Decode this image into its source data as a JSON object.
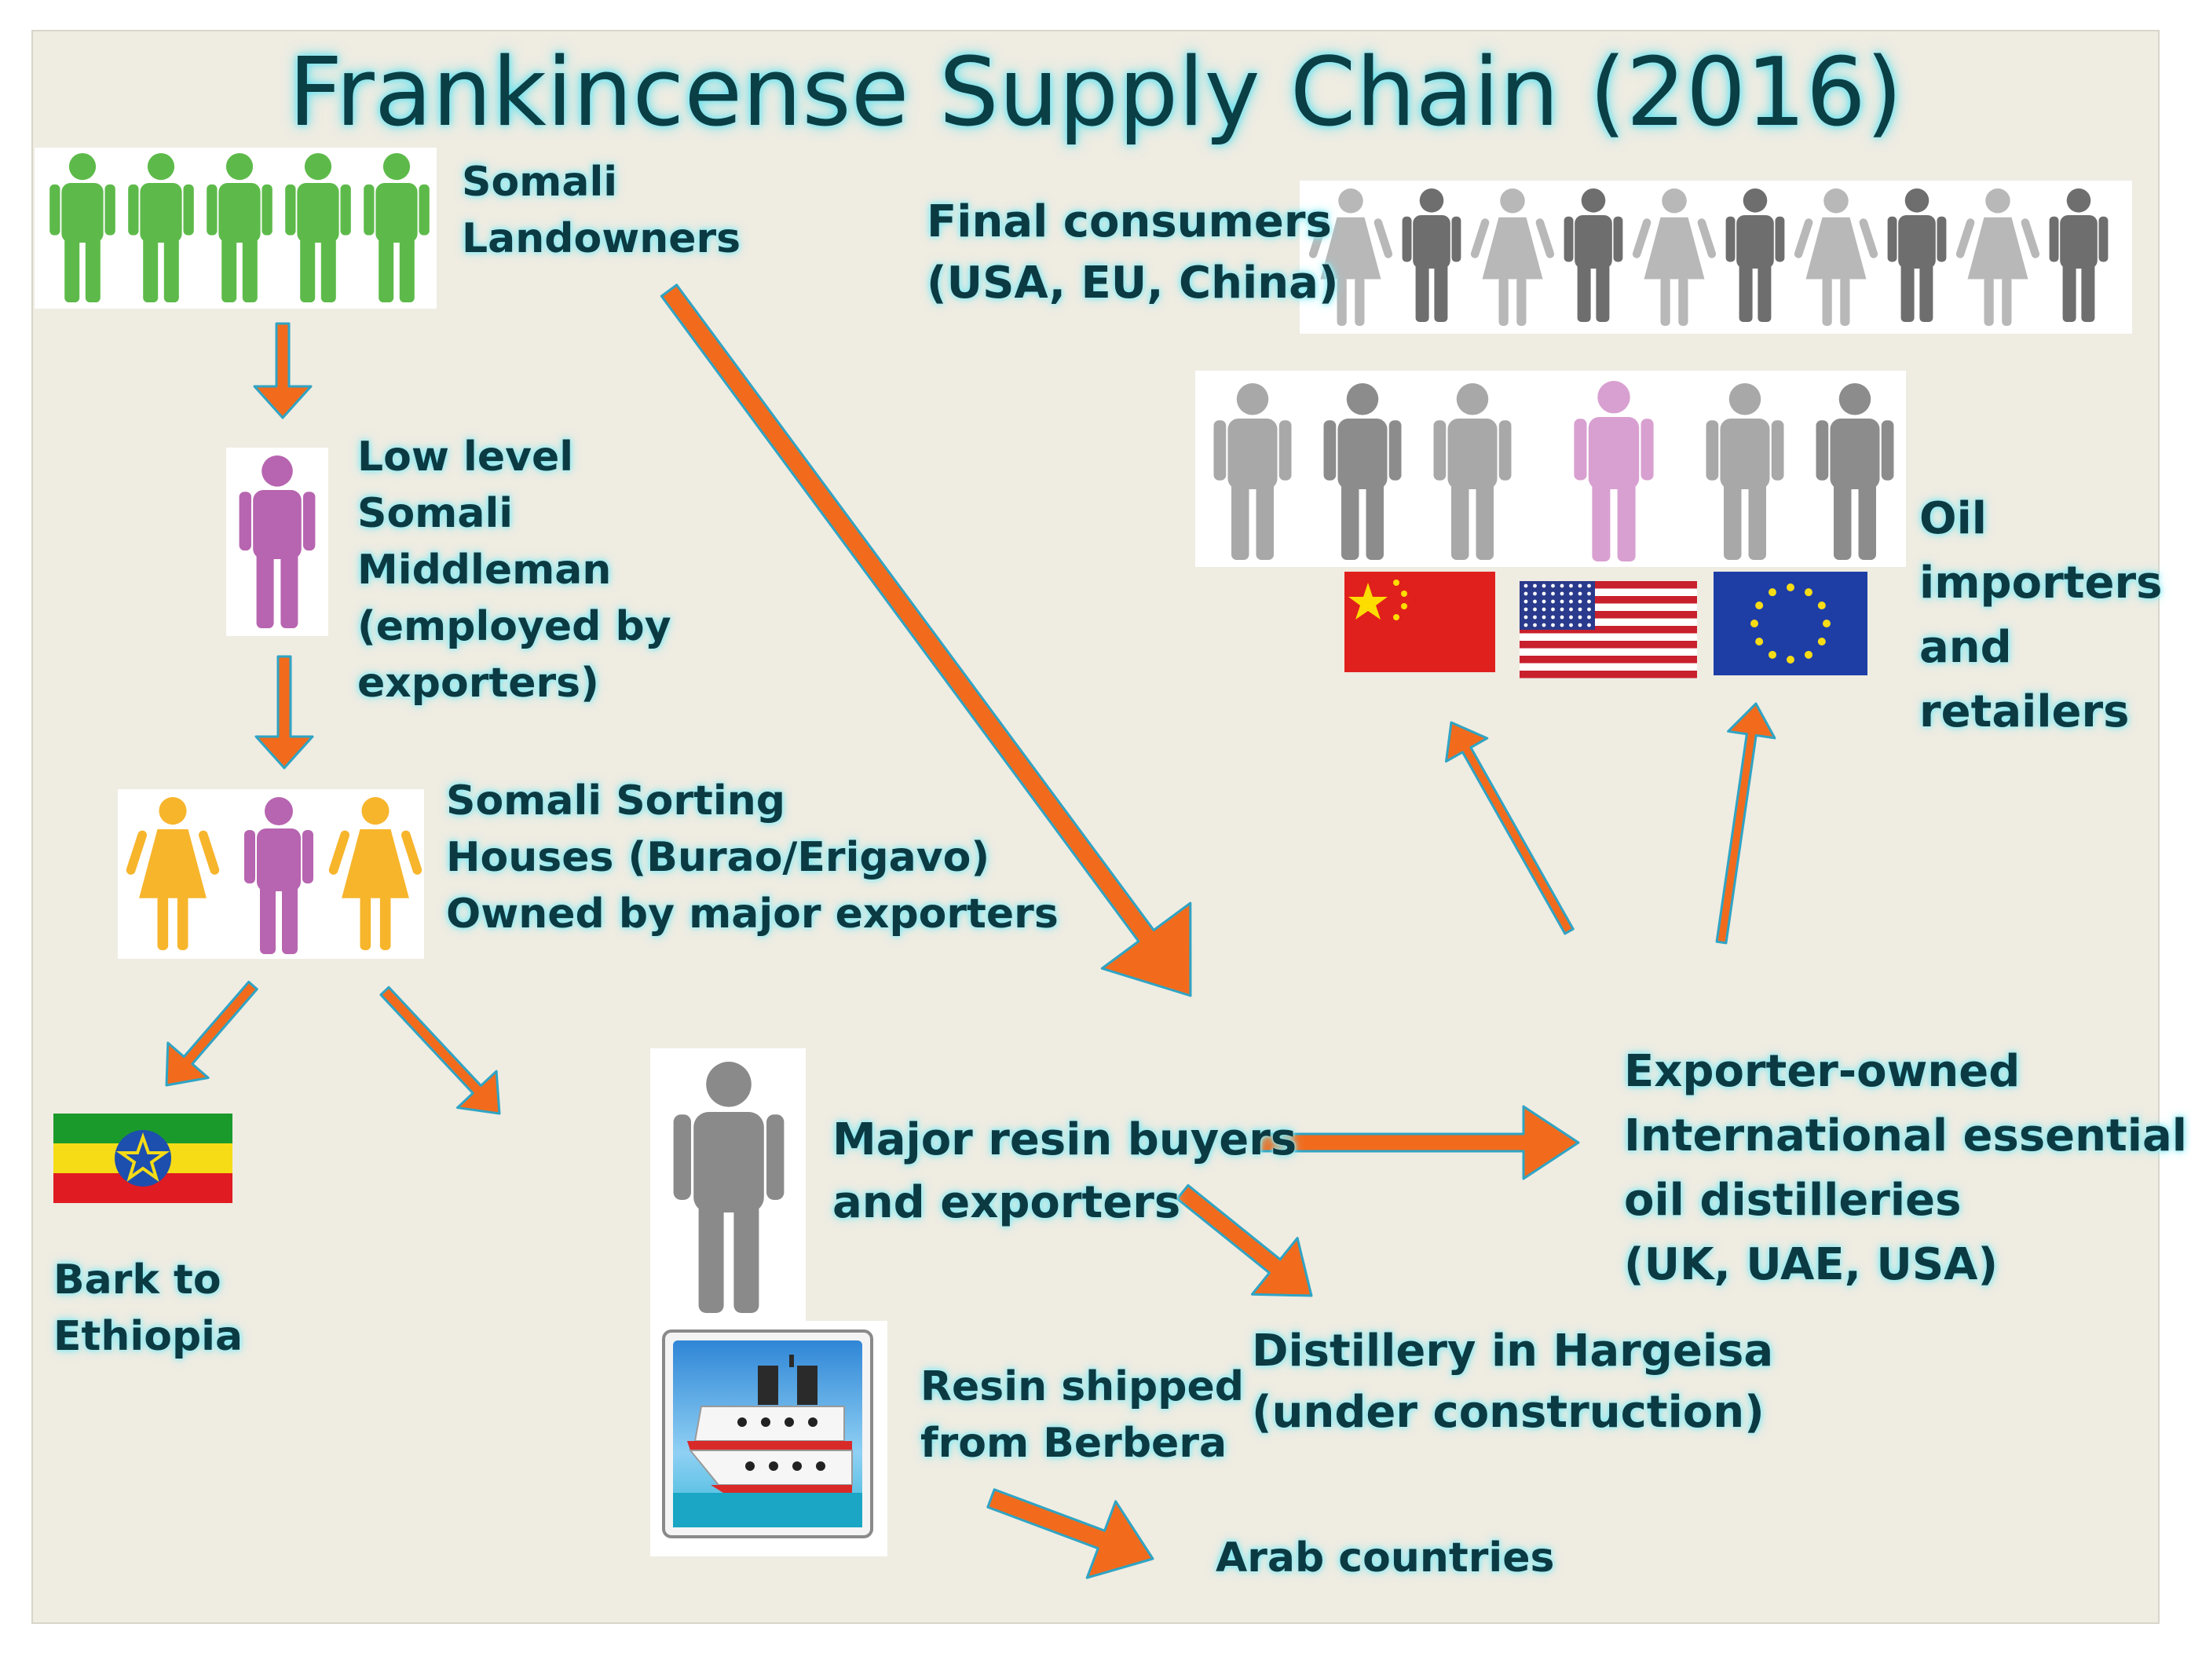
{
  "title": "Frankincense Supply Chain (2016)",
  "colors": {
    "arrow": "#f26b1d",
    "landowner": "#5dba4a",
    "middleman": "#b765b0",
    "sorter": "#f7b52c",
    "exporter": "#8a8a8a",
    "consumer_light": "#b8b8b8",
    "consumer_dark": "#6e6e6e",
    "importer": "#9a9a9a",
    "importer_highlight": "#d8a0d0",
    "text": "#0c3a42",
    "glow": "#7fe8f2"
  },
  "nodes": {
    "landowners": {
      "label": "Somali\nLandowners",
      "icon": "man-icon",
      "count": 5
    },
    "middleman": {
      "label": "Low level\nSomali\nMiddleman\n(employed by\nexporters)",
      "icon": "man-icon"
    },
    "sorting": {
      "label": "Somali Sorting\nHouses (Burao/Erigavo)\nOwned by major exporters",
      "icons": [
        "woman-icon",
        "man-icon",
        "woman-icon"
      ]
    },
    "bark": {
      "label": "Bark to\nEthiopia",
      "flag": "ethiopia-flag-icon"
    },
    "exporters": {
      "label": "Major resin buyers\n and exporters",
      "icon": "man-icon"
    },
    "ship": {
      "label": "Resin shipped\nfrom Berbera",
      "icon": "ship-icon"
    },
    "arab": {
      "label": "Arab countries"
    },
    "hargeisa": {
      "label": "Distillery in Hargeisa\n(under construction)"
    },
    "distilleries": {
      "label": "Exporter-owned\nInternational essential\noil distilleries\n(UK, UAE, USA)"
    },
    "importers": {
      "label": "Oil\nimporters\nand\nretailers",
      "flags": [
        "china-flag-icon",
        "usa-flag-icon",
        "eu-flag-icon"
      ],
      "count": 6
    },
    "consumers": {
      "label": "Final consumers\n(USA, EU, China)",
      "count": 10
    }
  }
}
